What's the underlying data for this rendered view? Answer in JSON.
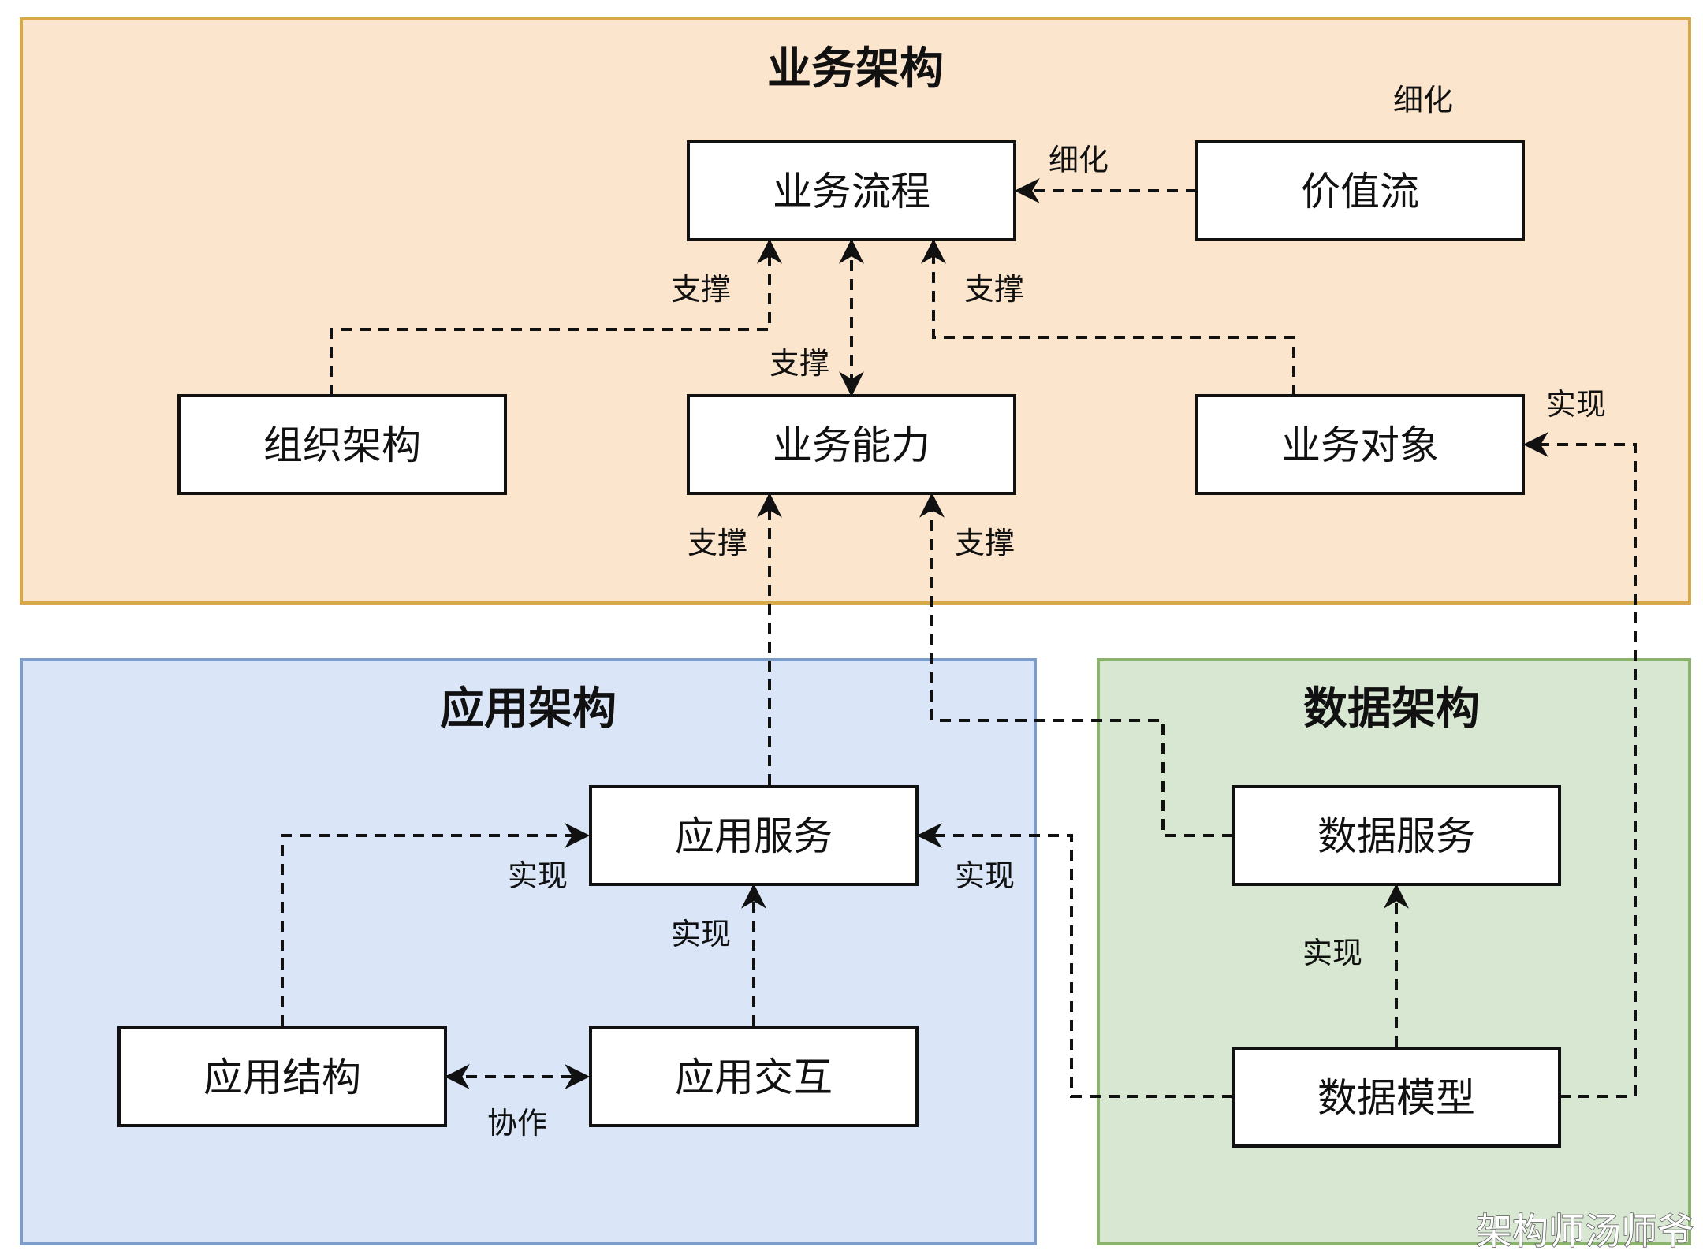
{
  "regions": {
    "business": {
      "title": "业务架构",
      "fill": "#fce5cd",
      "stroke": "#d6a84a"
    },
    "application": {
      "title": "应用架构",
      "fill": "#dae6f8",
      "stroke": "#7e9cc8"
    },
    "data": {
      "title": "数据架构",
      "fill": "#d8e7d2",
      "stroke": "#8bb26e"
    }
  },
  "nodes": {
    "business_process": "业务流程",
    "value_stream": "价值流",
    "org_structure": "组织架构",
    "business_capability": "业务能力",
    "business_object": "业务对象",
    "app_service": "应用服务",
    "app_structure": "应用结构",
    "app_interaction": "应用交互",
    "data_service": "数据服务",
    "data_model": "数据模型"
  },
  "edge_labels": {
    "refine_top": "细化",
    "refine": "细化",
    "support_org": "支撑",
    "support_obj": "支撑",
    "support_cap": "支撑",
    "support_app": "支撑",
    "support_data": "支撑",
    "realize_obj": "实现",
    "realize_struct": "实现",
    "realize_inter": "实现",
    "realize_data": "实现",
    "realize_model": "实现",
    "collaborate": "协作"
  },
  "watermark": "架构师汤师爷"
}
